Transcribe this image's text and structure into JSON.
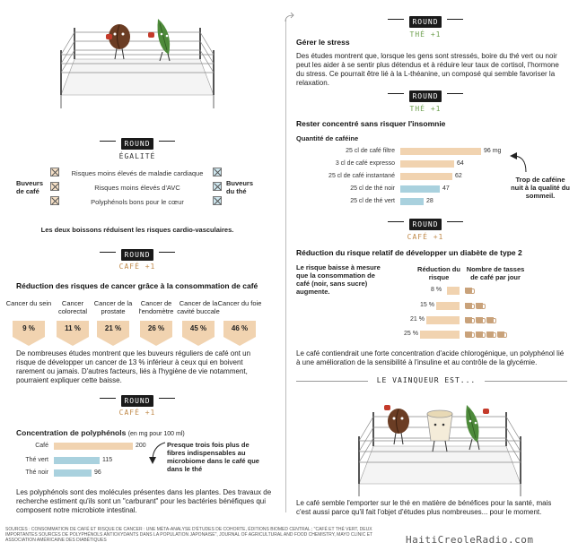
{
  "round1": {
    "badge": "ROUND 1",
    "result": "ÉGALITÉ",
    "label_coffee": "Buveurs de café",
    "label_tea": "Buveurs du thé",
    "risks": [
      "Risques moins élevés de maladie cardiaque",
      "Risques moins élevés d'AVC",
      "Polyphénols bons pour le cœur"
    ],
    "conclusion": "Les deux boissons réduisent les risques cardio-vasculaires."
  },
  "round2": {
    "badge": "ROUND 2",
    "result": "CAFÉ +1",
    "title": "Réduction des risques de cancer grâce à la consommation de café",
    "cancers": [
      {
        "name": "Cancer du sein",
        "value": "9 %"
      },
      {
        "name": "Cancer colorectal",
        "value": "11 %"
      },
      {
        "name": "Cancer de la prostate",
        "value": "21 %"
      },
      {
        "name": "Cancer de l'endomètre",
        "value": "26 %"
      },
      {
        "name": "Cancer de la cavité buccale",
        "value": "45 %"
      },
      {
        "name": "Cancer du foie",
        "value": "46 %"
      }
    ],
    "text": "De nombreuses études montrent que les buveurs réguliers de café ont un risque de développer un cancer de 13 % inférieur à ceux qui en boivent rarement ou jamais. D'autres facteurs, liés à l'hygiène de vie notamment, pourraient expliquer cette baisse."
  },
  "round3": {
    "badge": "ROUND 3",
    "result": "CAFÉ +1",
    "title": "Concentration de polyphénols",
    "unit": "(en mg pour 100 ml)",
    "bars": [
      {
        "label": "Café",
        "value": 200,
        "type": "coffee"
      },
      {
        "label": "Thé vert",
        "value": 115,
        "type": "tea"
      },
      {
        "label": "Thé noir",
        "value": 96,
        "type": "tea"
      }
    ],
    "note": "Presque trois fois plus de fibres indispensables au microbiome dans le café que dans le thé",
    "text": "Les polyphénols sont des molécules présentes dans les plantes. Des travaux de recherche estiment qu'ils sont un \"carburant\" pour les bactéries bénéfiques qui composent notre microbiote intestinal."
  },
  "round4": {
    "badge": "ROUND 4",
    "result": "THÉ +1",
    "title": "Gérer le stress",
    "text": "Des études montrent que, lorsque les gens sont stressés, boire du thé vert ou noir peut les aider à se sentir plus détendus et à réduire leur taux de cortisol, l'hormone du stress. Ce pourrait être lié à la L-théanine, un composé qui semble favoriser la relaxation."
  },
  "round5": {
    "badge": "ROUND 5",
    "result": "THÉ +1",
    "title": "Rester concentré sans risquer l'insomnie",
    "subtitle": "Quantité de caféine",
    "bars": [
      {
        "label": "25 cl de café filtre",
        "value": 96,
        "display": "96 mg",
        "type": "coffee"
      },
      {
        "label": "3 cl de café expresso",
        "value": 64,
        "display": "64",
        "type": "coffee"
      },
      {
        "label": "25 cl de café instantané",
        "value": 62,
        "display": "62",
        "type": "coffee"
      },
      {
        "label": "25 cl de thé noir",
        "value": 47,
        "display": "47",
        "type": "tea"
      },
      {
        "label": "25 cl de thé vert",
        "value": 28,
        "display": "28",
        "type": "tea"
      }
    ],
    "note": "Trop de caféine nuit à la qualité du sommeil."
  },
  "round6": {
    "badge": "ROUND 6",
    "result": "CAFÉ +1",
    "title": "Réduction du risque relatif de développer un diabète de type 2",
    "intro": "Le risque baisse à mesure que la consommation de café (noir, sans sucre) augmente.",
    "col1": "Réduction du risque",
    "col2": "Nombre de tasses de café par jour",
    "rows": [
      {
        "value": "8 %",
        "pct": 8,
        "cups": 1
      },
      {
        "value": "15 %",
        "pct": 15,
        "cups": 2
      },
      {
        "value": "21 %",
        "pct": 21,
        "cups": 3
      },
      {
        "value": "25 %",
        "pct": 25,
        "cups": 4
      }
    ],
    "text": "Le café contiendrait une forte concentration d'acide chlorogénique, un polyphénol lié à une amélioration de la sensibilité à l'insuline et au contrôle de la glycémie."
  },
  "winner": {
    "title": "LE VAINQUEUR EST...",
    "text": "Le café semble l'emporter sur le thé en matière de bénéfices pour la santé, mais c'est aussi parce qu'il fait l'objet d'études plus nombreuses... pour le moment."
  },
  "sources": "SOURCES : CONSOMMATION DE CAFÉ ET RISQUE DE CANCER : UNE MÉTA-ANALYSE D'ÉTUDES DE COHORTE, ÉDITIONS BIOMED CENTRAL ; \"CAFÉ ET THÉ VERT, DEUX IMPORTANTES SOURCES DE POLYPHÉNOLS ANTIOXYDANTS DANS LA POPULATION JAPONAISE\", JOURNAL OF AGRICULTURAL AND FOOD CHEMISTRY, MAYO CLINIC ET ASSOCIATION AMÉRICAINE DES DIABÉTIQUES",
  "watermark": "HaitiCreoleRadio.com",
  "colors": {
    "coffee": "#f1d3b0",
    "tea": "#a9d1de",
    "coffee_text": "#c08a4a",
    "tea_text": "#6d9f4e"
  }
}
